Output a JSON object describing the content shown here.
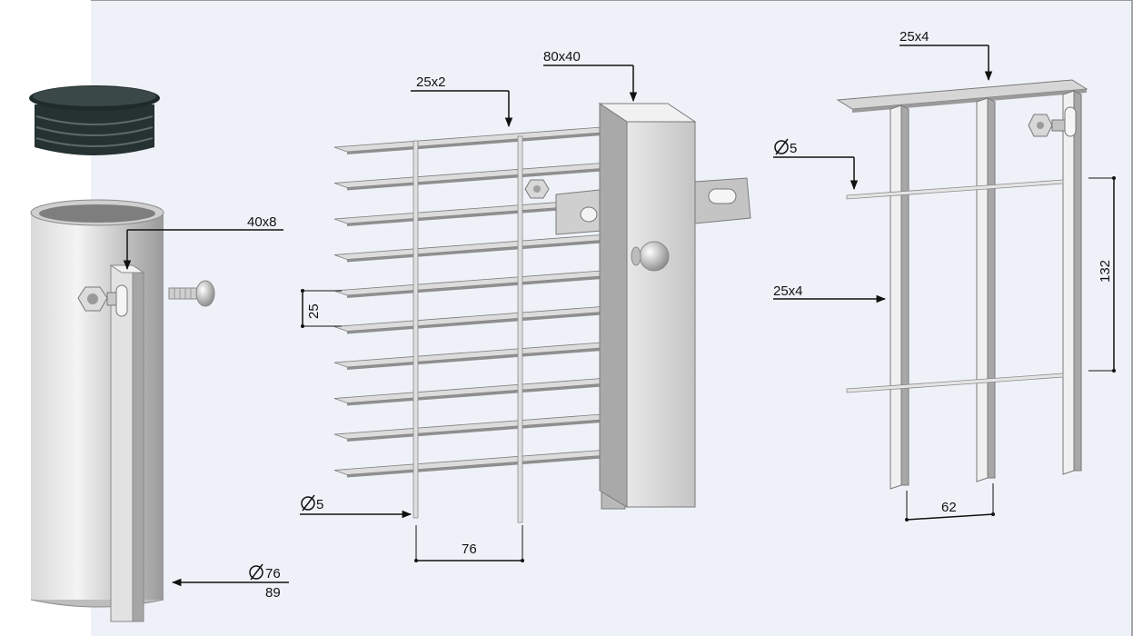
{
  "colors": {
    "background_panel": "#eef2f8",
    "metal_light": "#e4e4e4",
    "metal_mid": "#bdbdbd",
    "metal_dark": "#8e8e8e",
    "cap_dark": "#2e3a3a",
    "line": "#111111"
  },
  "labels": {
    "tube_flat_bar": "40x8",
    "tube_diameter_inner": "76",
    "tube_diameter_outer": "89",
    "grid_top_bar": "25x2",
    "grid_post": "80x40",
    "grid_spacing_vertical": "25",
    "grid_rod": "5",
    "grid_spacing_horizontal": "76",
    "right_top_bar": "25x4",
    "right_rod": "5",
    "right_side_bar": "25x4",
    "right_spacing_vertical": "132",
    "right_spacing_horizontal": "62"
  },
  "icons": {
    "diameter_symbol": "diameter-icon",
    "bolt": "bolt-icon",
    "nut": "nut-icon",
    "end_cap": "end-cap-icon"
  }
}
